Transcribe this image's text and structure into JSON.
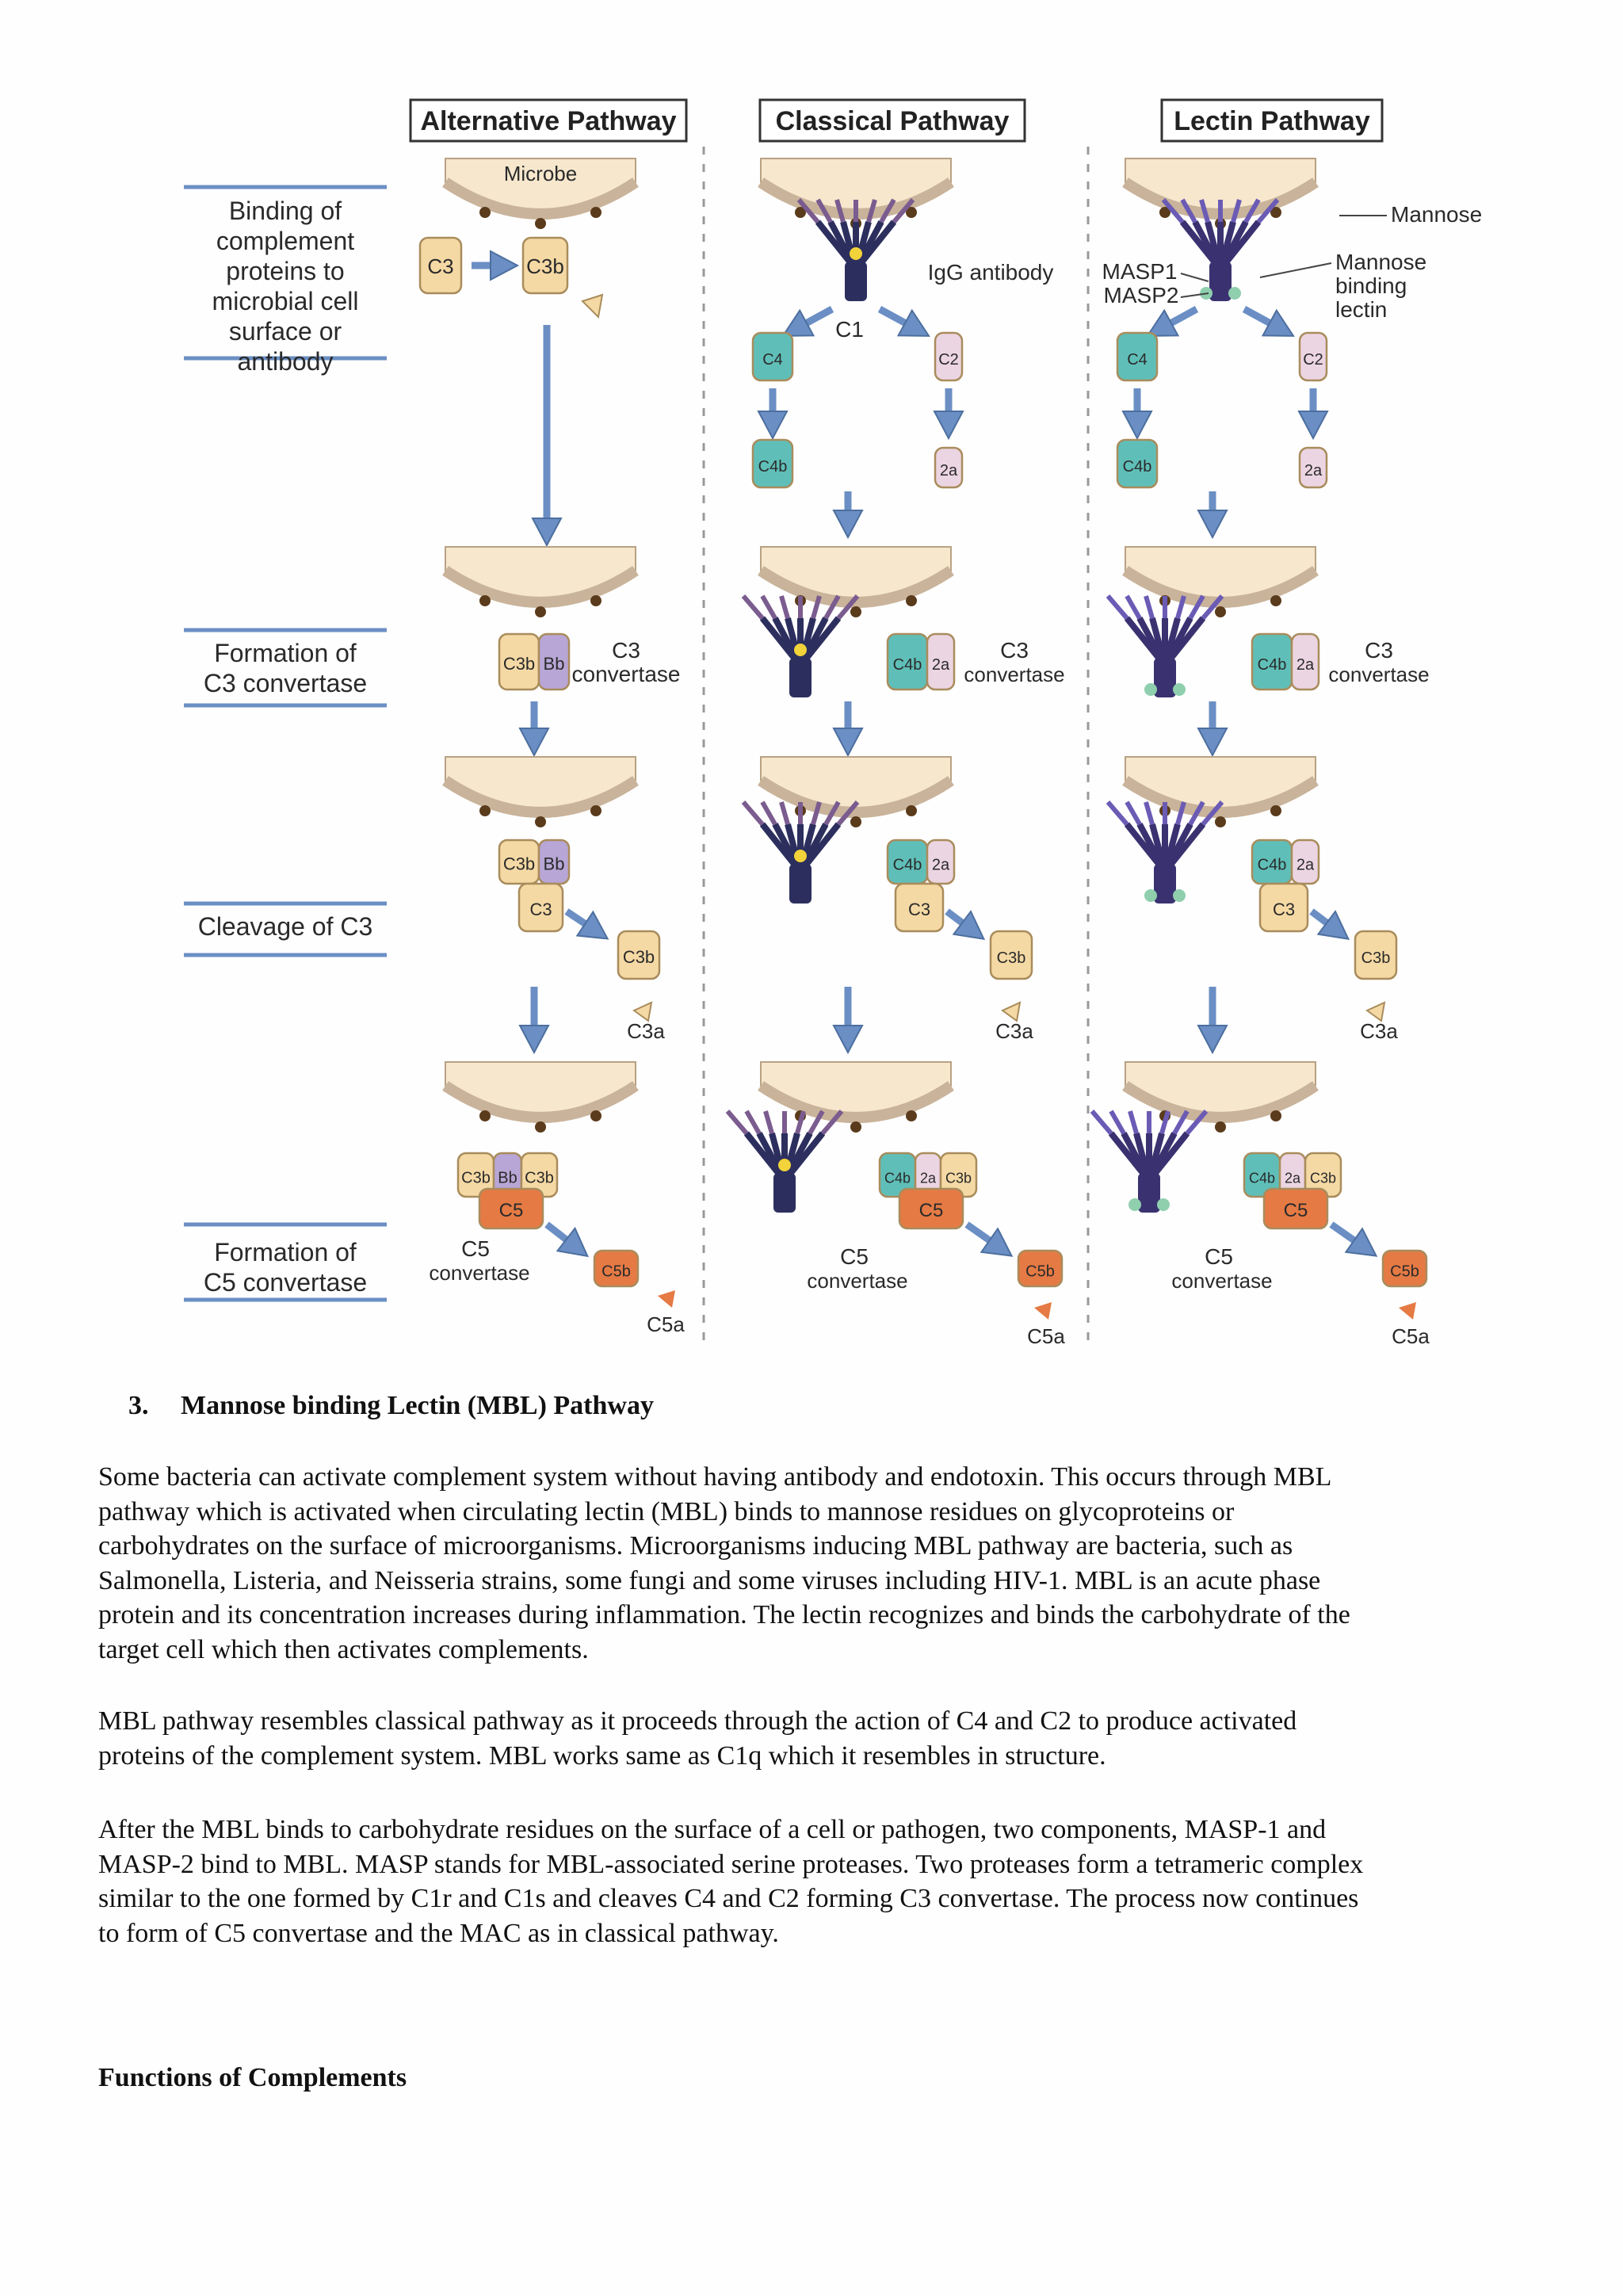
{
  "figure": {
    "pathway_titles": [
      "Alternative Pathway",
      "Classical Pathway",
      "Lectin Pathway"
    ],
    "step_labels": [
      [
        "Binding of",
        "complement",
        "proteins to",
        "microbial cell",
        "surface or",
        "antibody"
      ],
      [
        "Formation of",
        "C3 convertase"
      ],
      [
        "Cleavage of C3"
      ],
      [
        "Formation of",
        "C5 convertase"
      ]
    ],
    "microbe_label": "Microbe",
    "antibody_label": "IgG antibody",
    "c1_label": "C1",
    "mannose_label": "Mannose",
    "mbl_label": [
      "Mannose",
      "binding",
      "lectin"
    ],
    "masp1_label": "MASP1",
    "masp2_label": "MASP2",
    "protein_labels": {
      "c3": "C3",
      "c3b": "C3b",
      "c3a": "C3a",
      "bb": "Bb",
      "c4": "C4",
      "c4b": "C4b",
      "c2": "C2",
      "c2a": "2a",
      "c5": "C5",
      "c5b": "C5b",
      "c5a": "C5a"
    },
    "c3_convertase_label": [
      "C3",
      "convertase"
    ],
    "c5_convertase_label": [
      "C5",
      "convertase"
    ],
    "colors": {
      "c3": "#f5d9a4",
      "bb": "#b8a6d6",
      "c4": "#5fbfb8",
      "c2": "#ecd5e2",
      "c5": "#e57a44",
      "membrane": "#c9b39a",
      "arrow": "#6b8fc4",
      "antibody": "#2c2f5e"
    }
  },
  "document": {
    "section_number": "3.",
    "section_title": "Mannose binding Lectin (MBL) Pathway",
    "paragraph1": [
      "Some bacteria can activate complement system without having antibody and endotoxin. This occurs through MBL",
      "pathway which is activated when circulating lectin (MBL) binds to mannose residues on glycoproteins or",
      "carbohydrates on the surface of microorganisms. Microorganisms inducing MBL pathway are bacteria, such as",
      "Salmonella, Listeria, and Neisseria strains, some fungi and some viruses including HIV-1. MBL is an acute phase",
      "protein and its concentration increases during inflammation. The lectin recognizes and binds the carbohydrate of the",
      "target cell which then activates complements."
    ],
    "paragraph2": [
      "MBL pathway resembles classical pathway as it proceeds through the action of C4 and C2 to produce activated",
      "proteins of the complement system. MBL works same as C1q which it resembles in structure."
    ],
    "paragraph3": [
      "After the MBL binds to carbohydrate residues on the surface of a cell or pathogen, two components, MASP-1 and",
      "MASP-2 bind to MBL. MASP stands for MBL-associated serine proteases. Two proteases form a tetrameric complex",
      "similar to the one formed by C1r and C1s and cleaves C4 and C2 forming C3 convertase. The process now continues",
      "to form of C5 convertase and the MAC as in classical pathway."
    ],
    "functions_heading": "Functions of Complements"
  }
}
